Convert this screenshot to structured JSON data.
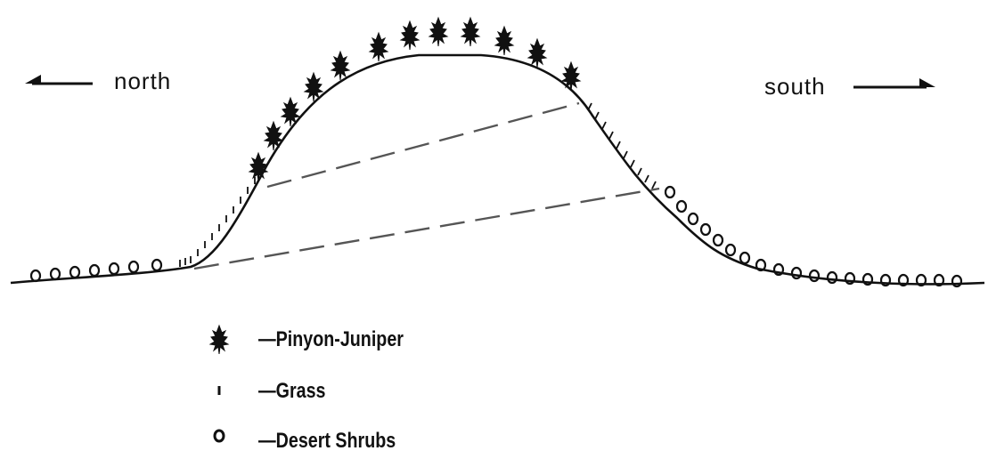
{
  "directions": {
    "left": "north",
    "right": "south"
  },
  "legend": [
    {
      "icon": "pinyon-juniper-icon",
      "label": "—Pinyon-Juniper"
    },
    {
      "icon": "grass-icon",
      "label": "—Grass"
    },
    {
      "icon": "desert-shrub-icon",
      "label": "—Desert Shrubs"
    }
  ],
  "colors": {
    "ink": "#111111",
    "background": "#ffffff",
    "dash": "#555555"
  }
}
